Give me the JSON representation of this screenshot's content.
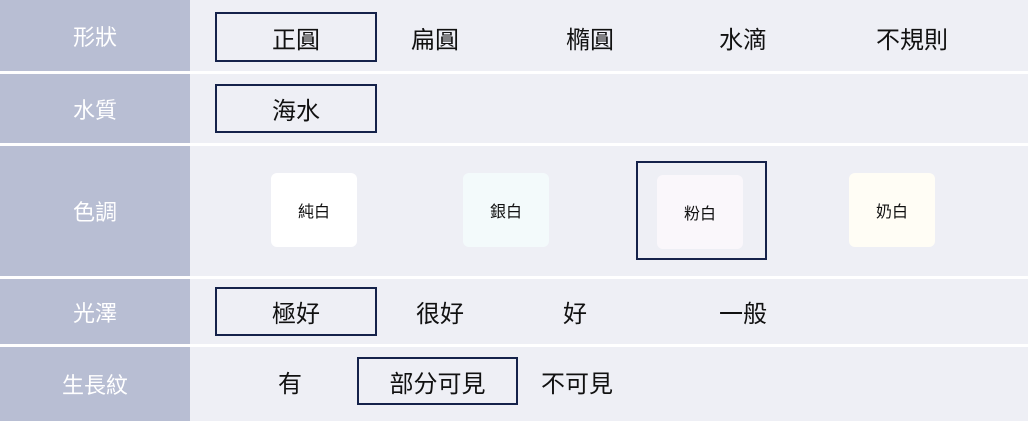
{
  "rows": {
    "shape": {
      "label": "形狀",
      "options": [
        "正圓",
        "扁圓",
        "橢圓",
        "水滴",
        "不規則"
      ],
      "selected": "正圓"
    },
    "water": {
      "label": "水質",
      "options": [
        "海水"
      ],
      "selected": "海水"
    },
    "tone": {
      "label": "色調",
      "options": [
        {
          "label": "純白",
          "color": "#ffffff"
        },
        {
          "label": "銀白",
          "color": "#f3fafb"
        },
        {
          "label": "粉白",
          "color": "#faf7fb"
        },
        {
          "label": "奶白",
          "color": "#fffdf5"
        }
      ],
      "selected": "粉白"
    },
    "luster": {
      "label": "光澤",
      "options": [
        "極好",
        "很好",
        "好",
        "一般"
      ],
      "selected": "極好"
    },
    "growth": {
      "label": "生長紋",
      "options": [
        "有",
        "部分可見",
        "不可見"
      ],
      "selected": "部分可見"
    }
  },
  "colors": {
    "label_bg": "#b8bed3",
    "row_bg": "#eeeff5",
    "selected_border": "#15224a"
  }
}
